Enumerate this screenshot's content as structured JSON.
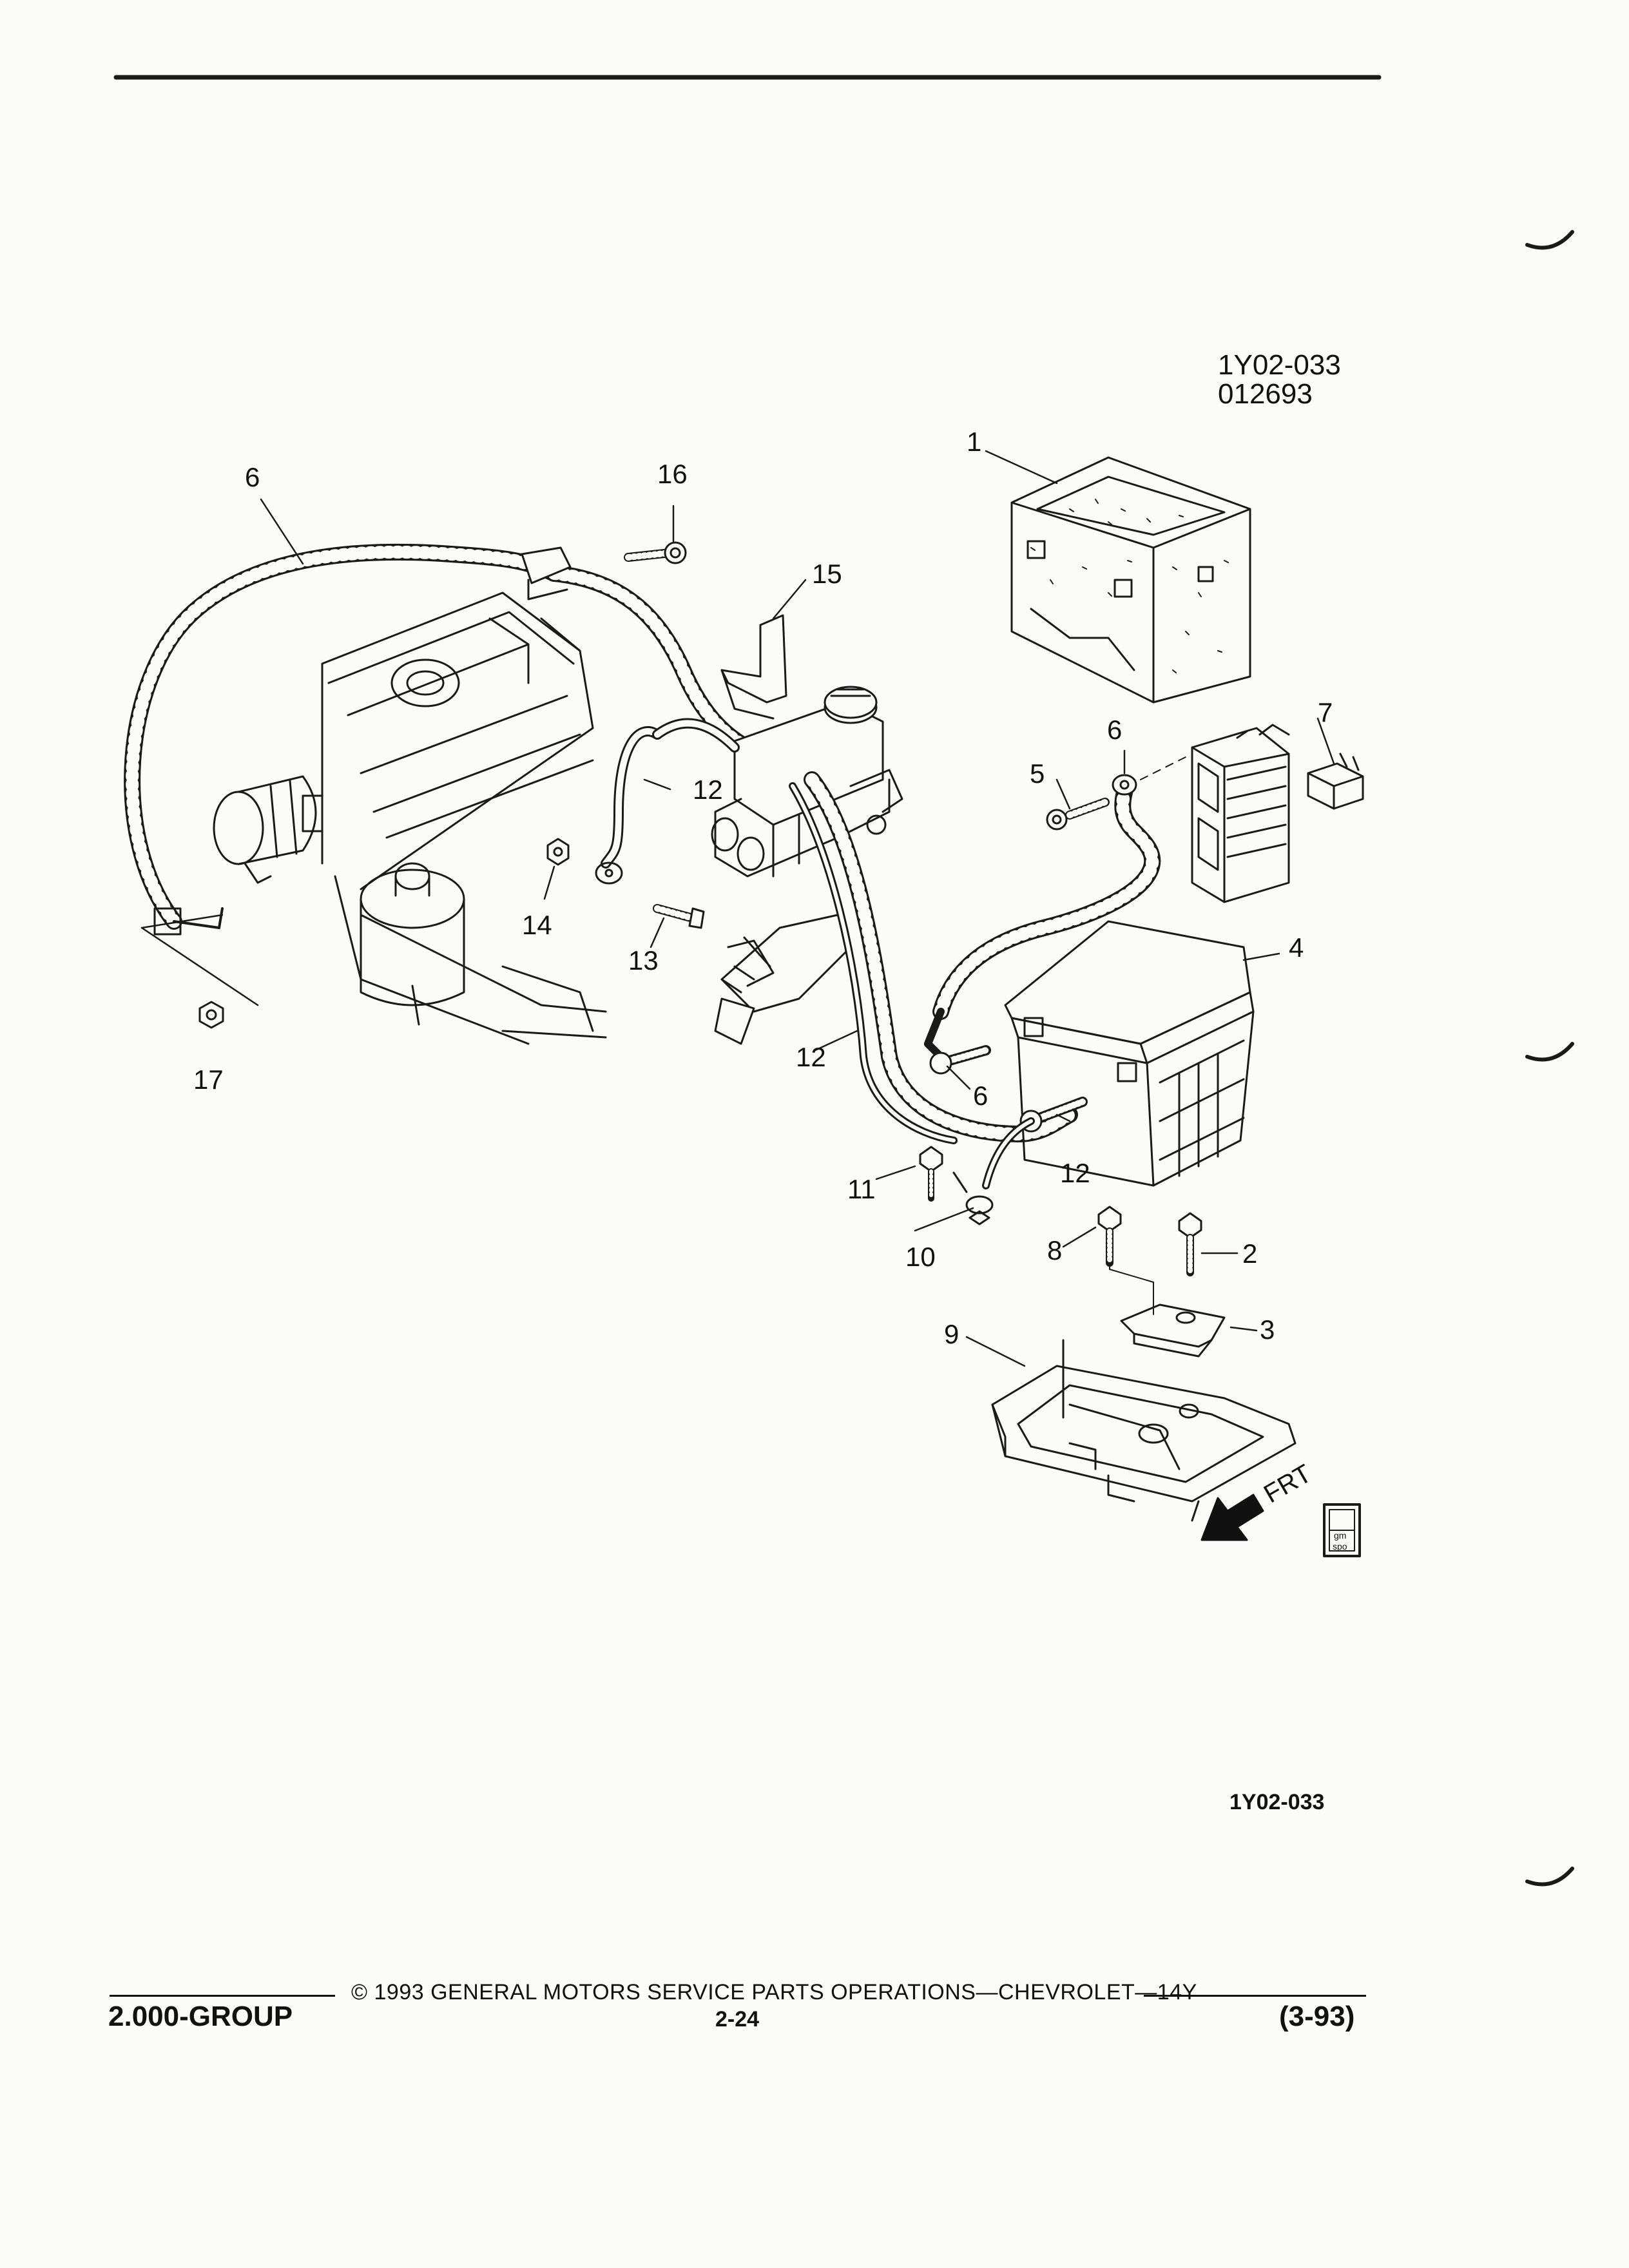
{
  "figure": {
    "ref_code": "1Y02-033",
    "ref_date": "012693",
    "bottom_ref": "1Y02-033",
    "front_label": "FRT",
    "gm_badge": [
      "gm",
      "spo"
    ],
    "callouts": {
      "c1": "1",
      "c2": "2",
      "c3": "3",
      "c4": "4",
      "c5": "5",
      "c6a": "6",
      "c6b": "6",
      "c6c": "6",
      "c7": "7",
      "c8": "8",
      "c9": "9",
      "c10": "10",
      "c11": "11",
      "c12a": "12",
      "c12b": "12",
      "c12c": "12",
      "c13": "13",
      "c14": "14",
      "c15": "15",
      "c16": "16",
      "c17": "17"
    }
  },
  "footer": {
    "copyright": "© 1993 GENERAL MOTORS SERVICE PARTS OPERATIONS—CHEVROLET—14Y",
    "group": "2.000-GROUP",
    "page_number": "2-24",
    "revision": "(3-93)"
  }
}
